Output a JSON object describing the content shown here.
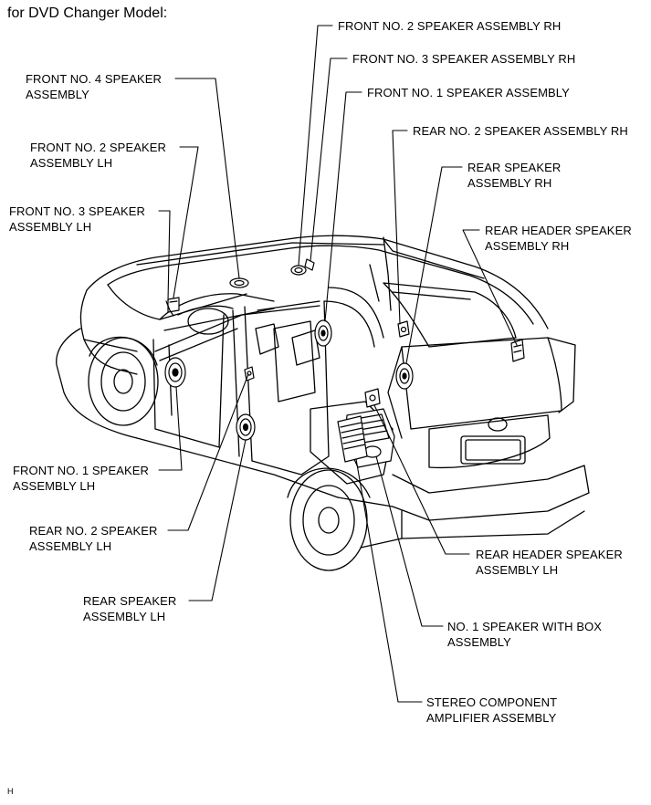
{
  "title": "for DVD Changer Model:",
  "code": "H",
  "labels": {
    "front_no2_rh": "FRONT NO. 2 SPEAKER ASSEMBLY RH",
    "front_no3_rh": "FRONT NO. 3 SPEAKER ASSEMBLY RH",
    "front_no1": "FRONT NO. 1 SPEAKER ASSEMBLY",
    "rear_no2_rh": "REAR NO. 2 SPEAKER ASSEMBLY RH",
    "rear_rh": "REAR SPEAKER\nASSEMBLY RH",
    "rear_header_rh": "REAR HEADER SPEAKER\nASSEMBLY RH",
    "front_no4": "FRONT NO. 4 SPEAKER\nASSEMBLY",
    "front_no2_lh": "FRONT NO. 2 SPEAKER\nASSEMBLY LH",
    "front_no3_lh": "FRONT NO. 3 SPEAKER\nASSEMBLY LH",
    "front_no1_lh": "FRONT NO. 1 SPEAKER\nASSEMBLY LH",
    "rear_no2_lh": "REAR NO. 2 SPEAKER\nASSEMBLY LH",
    "rear_lh": "REAR SPEAKER\nASSEMBLY LH",
    "rear_header_lh": "REAR HEADER SPEAKER\nASSEMBLY LH",
    "no1_box": "NO. 1 SPEAKER WITH BOX\nASSEMBLY",
    "amplifier": "STEREO COMPONENT\nAMPLIFIER ASSEMBLY"
  }
}
